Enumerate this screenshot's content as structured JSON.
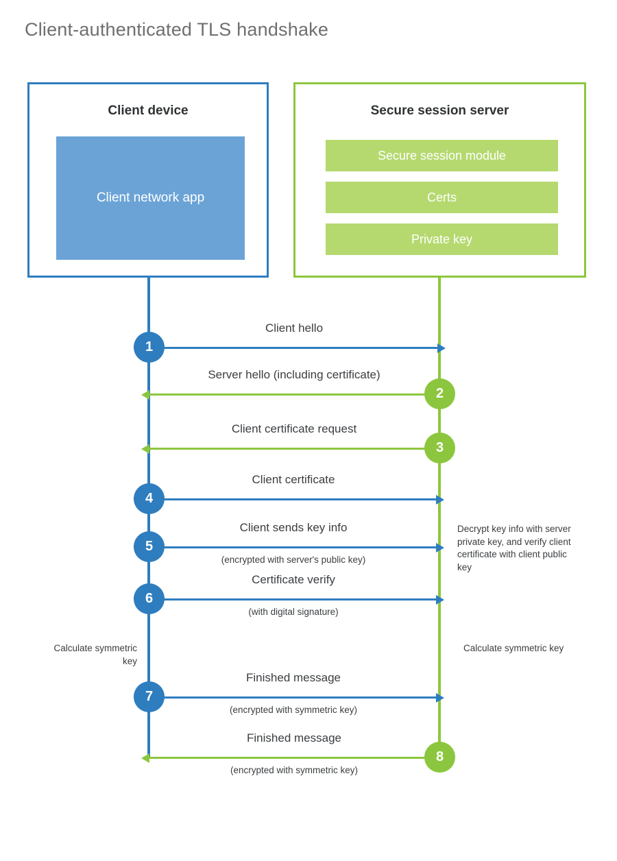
{
  "title": "Client-authenticated TLS handshake",
  "colors": {
    "client_blue": "#2e7dbf",
    "client_app_fill": "#6ba3d6",
    "server_green": "#8cc63e",
    "server_module_fill": "#b5d96f",
    "text_dark": "#3a3d40",
    "title_gray": "#6e6f71"
  },
  "entities": {
    "client": {
      "title": "Client device",
      "app_label": "Client network app"
    },
    "server": {
      "title": "Secure session server",
      "modules": [
        "Secure session module",
        "Certs",
        "Private key"
      ]
    }
  },
  "steps": [
    {
      "number": "1",
      "label": "Client hello",
      "sub": "",
      "direction": "client-to-server",
      "color": "blue"
    },
    {
      "number": "2",
      "label": "Server hello (including certificate)",
      "sub": "",
      "direction": "server-to-client",
      "color": "green"
    },
    {
      "number": "3",
      "label": "Client certificate request",
      "sub": "",
      "direction": "server-to-client",
      "color": "green"
    },
    {
      "number": "4",
      "label": "Client certificate",
      "sub": "",
      "direction": "client-to-server",
      "color": "blue"
    },
    {
      "number": "5",
      "label": "Client sends key info",
      "sub": "(encrypted with server's public key)",
      "direction": "client-to-server",
      "color": "blue"
    },
    {
      "number": "6",
      "label": "Certificate verify",
      "sub": "(with digital signature)",
      "direction": "client-to-server",
      "color": "blue"
    },
    {
      "number": "7",
      "label": "Finished message",
      "sub": "(encrypted with symmetric key)",
      "direction": "client-to-server",
      "color": "blue"
    },
    {
      "number": "8",
      "label": "Finished message",
      "sub": "(encrypted with symmetric key)",
      "direction": "server-to-client",
      "color": "green"
    }
  ],
  "notes": {
    "decrypt": "Decrypt key info with server private key, and verify client certificate with client public key",
    "calculate_client": "Calculate symmetric key",
    "calculate_server": "Calculate symmetric key"
  }
}
